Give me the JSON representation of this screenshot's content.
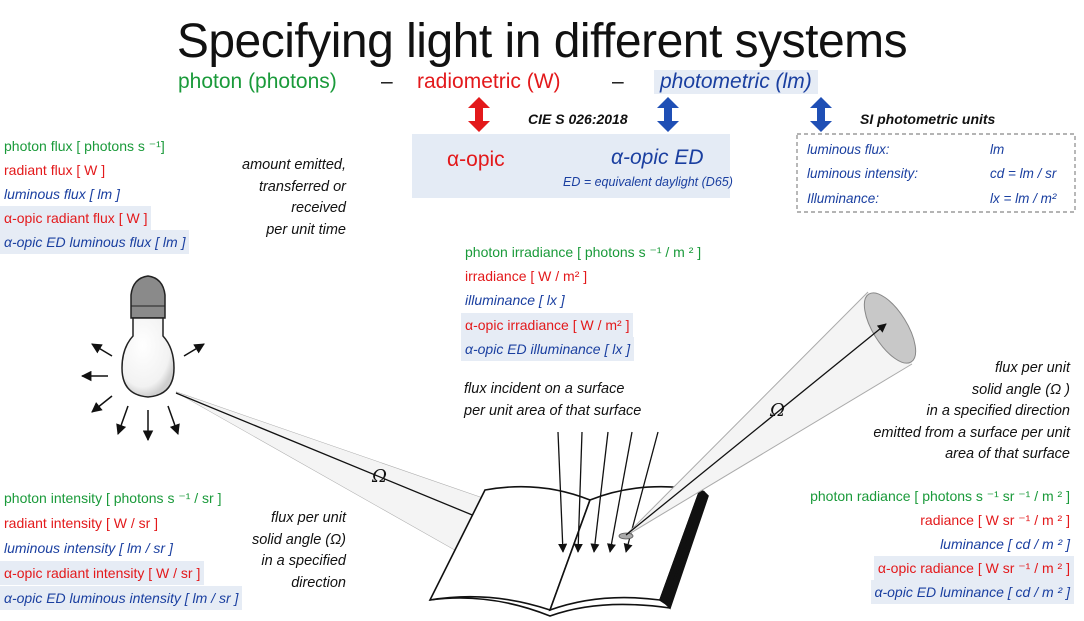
{
  "title": "Specifying light in different systems",
  "systems": {
    "photon": "photon (photons)",
    "dash1": "–",
    "radiometric": "radiometric (W)",
    "dash2": "–",
    "photometric": "photometric (lm)"
  },
  "cie": {
    "standard": "CIE S 026:2018",
    "alpha_opic": "α-opic",
    "alpha_opic_ed": "α-opic ED",
    "ed_note": "ED = equivalent daylight (D65)"
  },
  "si_units": {
    "title": "SI photometric units",
    "rows": [
      {
        "name": "luminous flux:",
        "unit": "lm"
      },
      {
        "name": "luminous intensity:",
        "unit": "cd = lm / sr"
      },
      {
        "name": "Illuminance:",
        "unit": "lx = lm / m²"
      }
    ]
  },
  "flux": {
    "photon": "photon flux [ photons s ⁻¹]",
    "radiant": "radiant flux [ W ]",
    "luminous": "luminous flux [ lm ]",
    "alpha_radiant": "α-opic radiant flux [ W ]",
    "alpha_luminous": "α-opic ED luminous flux [ lm ]",
    "desc": [
      "amount emitted,",
      "transferred or",
      "received",
      "per unit time"
    ]
  },
  "irradiance": {
    "photon": "photon irradiance [ photons  s ⁻¹ / m ² ]",
    "radiant": "irradiance [ W / m² ]",
    "luminous": "illuminance [ lx ]",
    "alpha_radiant": "α-opic irradiance [ W / m² ]",
    "alpha_luminous": "α-opic ED illuminance  [ lx ]",
    "desc": [
      "flux incident on a surface",
      "per unit area of that surface"
    ]
  },
  "intensity": {
    "photon": "photon intensity [ photons  s ⁻¹  / sr ]",
    "radiant": "radiant intensity [ W / sr ]",
    "luminous": "luminous intensity [ lm / sr ]",
    "alpha_radiant": "α-opic radiant intensity [ W / sr ]",
    "alpha_luminous": "α-opic ED luminous intensity [ lm / sr ]",
    "desc": [
      "flux per unit",
      "solid angle (Ω)",
      "in a specified",
      "direction"
    ]
  },
  "radiance": {
    "photon": "photon radiance [ photons  s ⁻¹ sr ⁻¹ / m ² ]",
    "radiant": "radiance  [ W  sr ⁻¹ / m ² ]",
    "luminous": "luminance [ cd /  m ² ]",
    "alpha_radiant": "α-opic radiance  [ W  sr ⁻¹ / m ² ]",
    "alpha_luminous": "α-opic ED luminance [ cd / m ² ]",
    "desc": [
      "flux per unit",
      "solid angle (Ω )",
      "in a specified direction",
      "emitted from a surface per unit",
      "area  of that surface"
    ]
  },
  "omega_symbol": "Ω",
  "colors": {
    "photon": "#1a9a3a",
    "radiometric": "#e3191b",
    "photometric": "#1a3fa0",
    "highlight": "#e6ecf5",
    "bulb_cap": "#8a8a8a"
  }
}
